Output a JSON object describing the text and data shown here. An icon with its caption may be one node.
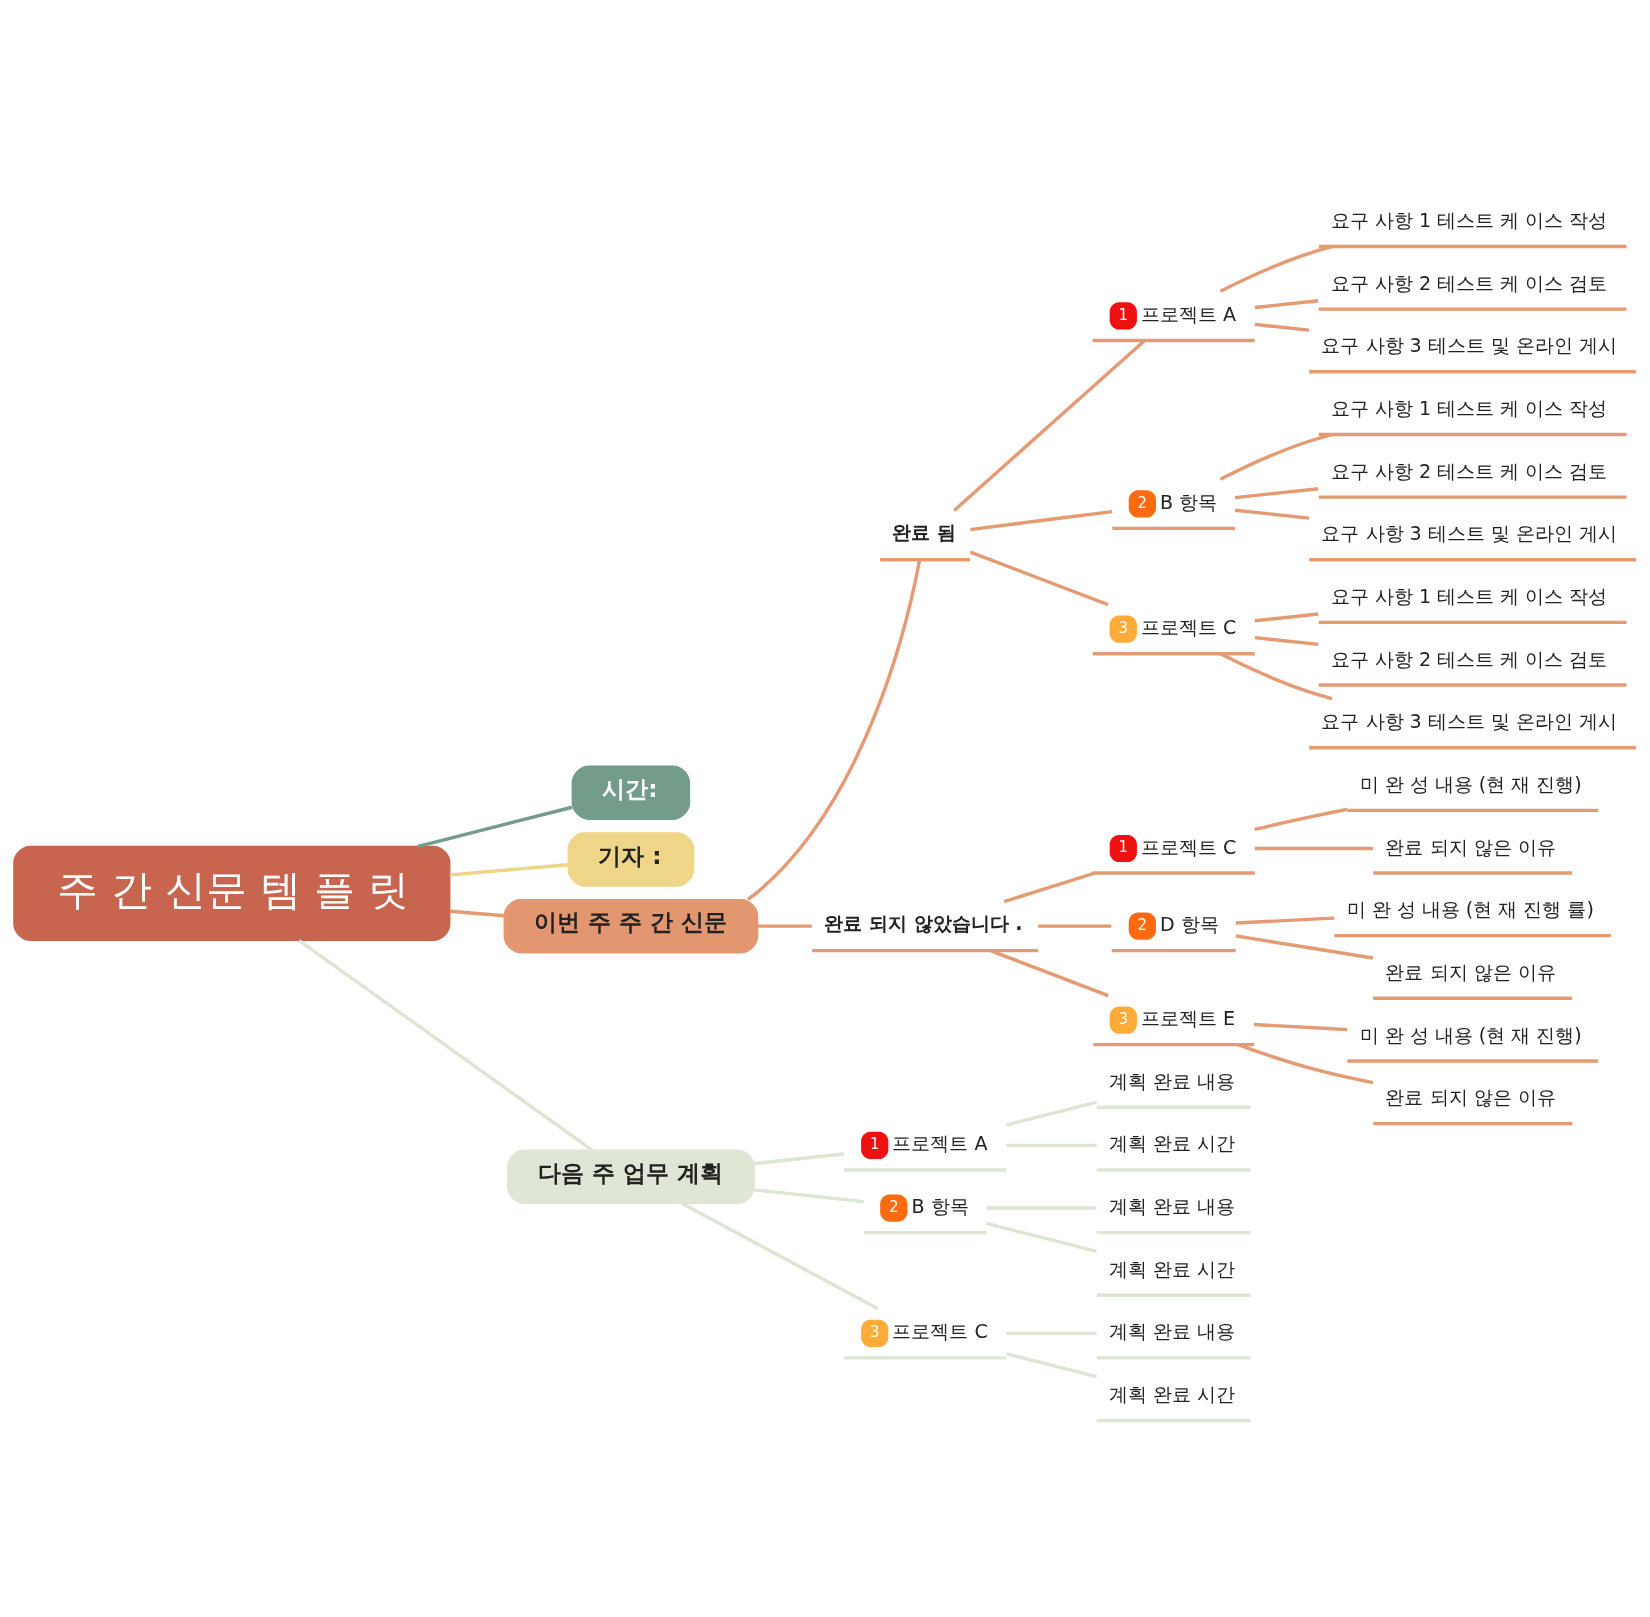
{
  "diagram": {
    "nodes": [
      {
        "text": [
          "주 간 신문 템 플 릿"
        ]
      },
      {
        "text": [
          "시간:"
        ]
      },
      {
        "text": [
          "기자 :"
        ]
      },
      {
        "text": [
          "이번 주 주 간 신문"
        ]
      },
      {
        "text": [
          "완료 됨"
        ]
      },
      {
        "text": [
          "1",
          "프로젝트 A"
        ]
      },
      {
        "text": [
          "요구 사항 1 테스트 케 이스 작성"
        ]
      },
      {
        "text": [
          "요구 사항 2 테스트 케 이스 검토"
        ]
      },
      {
        "text": [
          "요구 사항 3 테스트 및 온라인 게시"
        ]
      },
      {
        "text": [
          "2",
          "B 항목"
        ]
      },
      {
        "text": [
          "요구 사항 1 테스트 케 이스 작성"
        ]
      },
      {
        "text": [
          "요구 사항 2 테스트 케 이스 검토"
        ]
      },
      {
        "text": [
          "요구 사항 3 테스트 및 온라인 게시"
        ]
      },
      {
        "text": [
          "3",
          "프로젝트 C"
        ]
      },
      {
        "text": [
          "요구 사항 1 테스트 케 이스 작성"
        ]
      },
      {
        "text": [
          "요구 사항 2 테스트 케 이스 검토"
        ]
      },
      {
        "text": [
          "요구 사항 3 테스트 및 온라인 게시"
        ]
      },
      {
        "text": [
          "완료 되지 않았습니다 ."
        ]
      },
      {
        "text": [
          "1",
          "프로젝트 C"
        ]
      },
      {
        "text": [
          "미 완 성 내용 (현 재 진행)"
        ]
      },
      {
        "text": [
          "완료 되지 않은 이유"
        ]
      },
      {
        "text": [
          "2",
          "D 항목"
        ]
      },
      {
        "text": [
          "미 완 성 내용 (현 재 진행 률)"
        ]
      },
      {
        "text": [
          "완료 되지 않은 이유"
        ]
      },
      {
        "text": [
          "3",
          "프로젝트 E"
        ]
      },
      {
        "text": [
          "미 완 성 내용 (현 재 진행)"
        ]
      },
      {
        "text": [
          "완료 되지 않은 이유"
        ]
      },
      {
        "text": [
          "다음 주 업무 계획"
        ]
      },
      {
        "text": [
          "1",
          "프로젝트 A"
        ]
      },
      {
        "text": [
          "계획 완료 내용"
        ]
      },
      {
        "text": [
          "계획 완료 시간"
        ]
      },
      {
        "text": [
          "2",
          "B 항목"
        ]
      },
      {
        "text": [
          "계획 완료 내용"
        ]
      },
      {
        "text": [
          "계획 완료 시간"
        ]
      },
      {
        "text": [
          "3",
          "프로젝트 C"
        ]
      },
      {
        "text": [
          "계획 완료 내용"
        ]
      },
      {
        "text": [
          "계획 완료 시간"
        ]
      }
    ],
    "edges": [
      {
        "from": 0,
        "to": 1,
        "arrow": "none",
        "color": "#739c8b"
      },
      {
        "from": 0,
        "to": 2,
        "arrow": "none",
        "color": "#eed484"
      },
      {
        "from": 0,
        "to": 3,
        "arrow": "none"
      },
      {
        "from": 3,
        "to": 4,
        "arrow": "none"
      },
      {
        "from": 4,
        "to": 5,
        "arrow": "none"
      },
      {
        "from": 5,
        "to": 6,
        "arrow": "none"
      },
      {
        "from": 5,
        "to": 7,
        "arrow": "none"
      },
      {
        "from": 5,
        "to": 8,
        "arrow": "none"
      },
      {
        "from": 4,
        "to": 9,
        "arrow": "none"
      },
      {
        "from": 9,
        "to": 10,
        "arrow": "none"
      },
      {
        "from": 9,
        "to": 11,
        "arrow": "none"
      },
      {
        "from": 9,
        "to": 12,
        "arrow": "none"
      },
      {
        "from": 4,
        "to": 13,
        "arrow": "none"
      },
      {
        "from": 13,
        "to": 14,
        "arrow": "none"
      },
      {
        "from": 13,
        "to": 15,
        "arrow": "none"
      },
      {
        "from": 13,
        "to": 16,
        "arrow": "none"
      },
      {
        "from": 3,
        "to": 17,
        "arrow": "none"
      },
      {
        "from": 17,
        "to": 18,
        "arrow": "none"
      },
      {
        "from": 18,
        "to": 19,
        "arrow": "none"
      },
      {
        "from": 18,
        "to": 20,
        "arrow": "none"
      },
      {
        "from": 17,
        "to": 21,
        "arrow": "none"
      },
      {
        "from": 21,
        "to": 22,
        "arrow": "none"
      },
      {
        "from": 21,
        "to": 23,
        "arrow": "none"
      },
      {
        "from": 17,
        "to": 24,
        "arrow": "none"
      },
      {
        "from": 24,
        "to": 25,
        "arrow": "none"
      },
      {
        "from": 24,
        "to": 26,
        "arrow": "none"
      },
      {
        "from": 0,
        "to": 27,
        "arrow": "none",
        "color": "#dde5d4"
      },
      {
        "from": 27,
        "to": 28,
        "arrow": "none",
        "color": "#dde5d4"
      },
      {
        "from": 28,
        "to": 29,
        "arrow": "none",
        "color": "#dde5d4"
      },
      {
        "from": 28,
        "to": 30,
        "arrow": "none",
        "color": "#dde5d4"
      },
      {
        "from": 27,
        "to": 31,
        "arrow": "none",
        "color": "#dde5d4"
      },
      {
        "from": 31,
        "to": 32,
        "arrow": "none",
        "color": "#dde5d4"
      },
      {
        "from": 31,
        "to": 33,
        "arrow": "none",
        "color": "#dde5d4"
      },
      {
        "from": 27,
        "to": 34,
        "arrow": "none",
        "color": "#dde5d4"
      },
      {
        "from": 34,
        "to": 35,
        "arrow": "none",
        "color": "#dde5d4"
      },
      {
        "from": 34,
        "to": 36,
        "arrow": "none",
        "color": "#dde5d4"
      }
    ]
  }
}
